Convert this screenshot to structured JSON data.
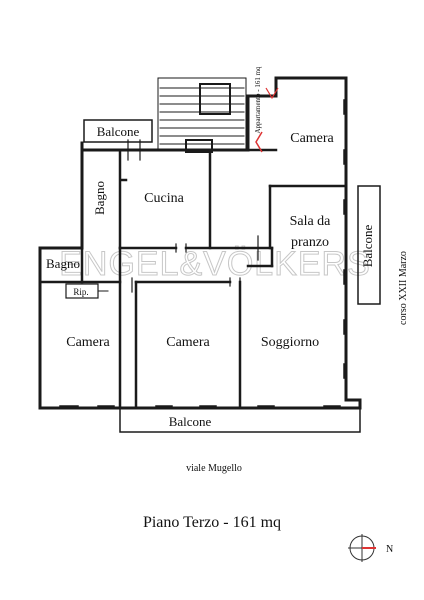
{
  "plan": {
    "rooms": {
      "balcone_top": "Balcone",
      "camera_ne": "Camera",
      "bagno_vertical": "Bagno",
      "cucina": "Cucina",
      "sala_line1": "Sala da",
      "sala_line2": "pranzo",
      "balcone_right": "Balcone",
      "bagno_small": "Bagno",
      "rip": "Rip.",
      "camera_w": "Camera",
      "camera_c": "Camera",
      "soggiorno": "Soggiorno",
      "balcone_bottom": "Balcone"
    },
    "appartamento_note": "Appartamento - 161 mq",
    "street_bottom": "viale Mugello",
    "street_right": "corso XXII Marzo",
    "watermark": "ENGEL&VÖLKERS",
    "compass_letter": "N",
    "caption": "Piano Terzo - 161 mq"
  },
  "colors": {
    "walls": "#1a1a1a",
    "accent": "#d33",
    "watermark": "#9a9a9a"
  }
}
